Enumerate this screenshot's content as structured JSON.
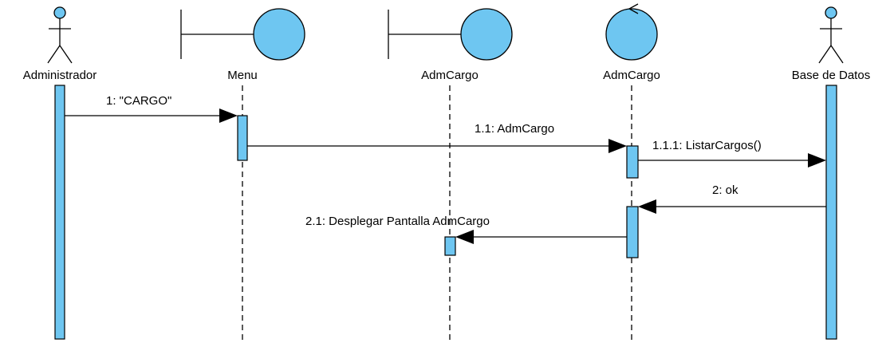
{
  "diagram": {
    "type": "sequence",
    "colors": {
      "fill": "#6ec6f1",
      "stroke": "#000000",
      "background": "#ffffff"
    },
    "lifelines": [
      {
        "id": "administrador",
        "kind": "actor",
        "label": "Administrador"
      },
      {
        "id": "menu",
        "kind": "boundary",
        "label": "Menu"
      },
      {
        "id": "admcargo-boundary",
        "kind": "boundary",
        "label": "AdmCargo"
      },
      {
        "id": "admcargo-control",
        "kind": "control",
        "label": "AdmCargo"
      },
      {
        "id": "base-de-datos",
        "kind": "actor",
        "label": "Base de Datos"
      }
    ],
    "messages": [
      {
        "id": "m1",
        "label": "1: \"CARGO\"",
        "from": "administrador",
        "to": "menu",
        "kind": "sync"
      },
      {
        "id": "m1-1",
        "label": "1.1: AdmCargo",
        "from": "menu",
        "to": "admcargo-control",
        "kind": "sync"
      },
      {
        "id": "m1-1-1",
        "label": "1.1.1: ListarCargos()",
        "from": "admcargo-control",
        "to": "base-de-datos",
        "kind": "sync"
      },
      {
        "id": "m2",
        "label": "2: ok",
        "from": "base-de-datos",
        "to": "admcargo-control",
        "kind": "sync"
      },
      {
        "id": "m2-1",
        "label": "2.1: Desplegar Pantalla AdmCargo",
        "from": "admcargo-control",
        "to": "admcargo-boundary",
        "kind": "sync"
      }
    ]
  }
}
